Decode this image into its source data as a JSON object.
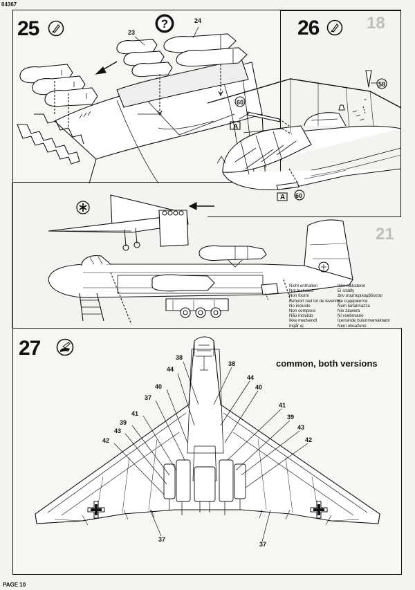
{
  "header": {
    "kit_code": "04367"
  },
  "footer": {
    "page_label": "PAGE 10"
  },
  "step25": {
    "number": "25",
    "callouts": [
      "23",
      "24"
    ],
    "query_icon": "question-mark-icon",
    "tool_icon": "glue-icon"
  },
  "step26": {
    "number": "26",
    "callouts": [
      "60",
      "60",
      "58"
    ],
    "marker": "A",
    "tool_icon": "glue-icon"
  },
  "middle": {
    "symbol": "asterisk-circle-icon",
    "not_included_left": [
      "Nicht enthalten",
      "Not Included",
      "Non fourni",
      "Behoort niet tot de levering",
      "No incluido",
      "Non compresi",
      "Não incluído",
      "Ikke medsendt",
      "Ingår ej"
    ],
    "not_included_right": [
      "Ikke inkluderet",
      "Ei sisälly",
      "Δεν συμπεριλαμβάνεται",
      "Не содержится",
      "Nem tartalmazza",
      "Nie zawiera",
      "Ni vsebovano",
      "İçerisinde bulunmamaktadır",
      "Není obsaženo"
    ]
  },
  "step27": {
    "number": "27",
    "heading": "common, both versions",
    "tool_icon": "paint-brush-icon",
    "callouts_left": [
      "38",
      "44",
      "40",
      "37",
      "41",
      "39",
      "43",
      "42",
      "37"
    ],
    "callouts_right": [
      "38",
      "44",
      "40",
      "41",
      "39",
      "43",
      "42",
      "37"
    ]
  },
  "colors": {
    "ink": "#111111",
    "paper": "#f4f3ef",
    "ghost": "#bdbdbd"
  }
}
